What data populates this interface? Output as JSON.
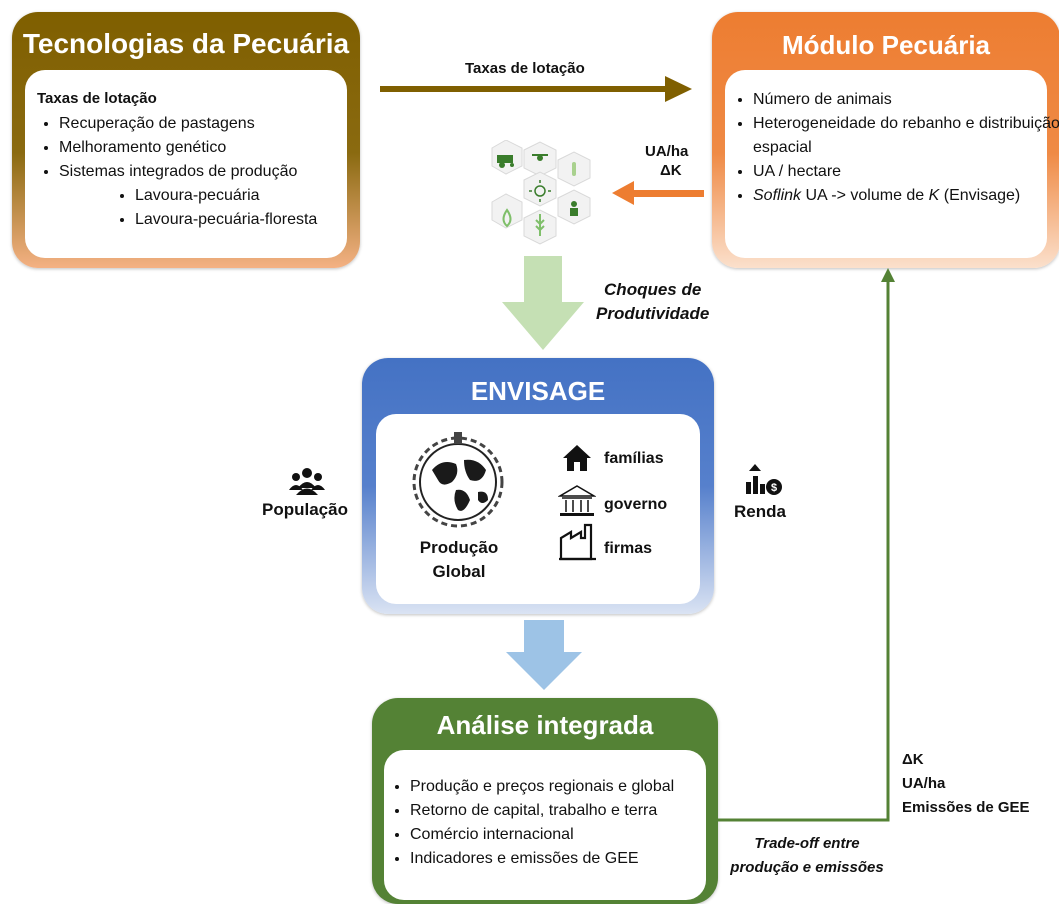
{
  "tecnologias": {
    "title": "Tecnologias da Pecuária",
    "subtitle": "Taxas de lotação",
    "items": [
      "Recuperação de pastagens",
      "Melhoramento genético",
      "Sistemas integrados de produção"
    ],
    "subitems": [
      "Lavoura-pecuária",
      "Lavoura-pecuária-floresta"
    ]
  },
  "modulo": {
    "title": "Módulo Pecuária",
    "items": [
      "Número de animais",
      "Heterogeneidade do rebanho e distribuição espacial",
      "UA / hectare"
    ],
    "softlink": {
      "italic1": "Soflink",
      "text1": " UA -> volume de ",
      "italic2": "K",
      "text2": " (Envisage)"
    }
  },
  "arrows": {
    "top_label": "Taxas de lotação",
    "ua_ha": "UA/ha",
    "delta_k": "ΔK",
    "choques_line1": "Choques de",
    "choques_line2": "Produtividade",
    "right_delta_k": "ΔK",
    "right_ua_ha": "UA/ha",
    "right_emissoes": "Emissões de GEE",
    "tradeoff_line1_italic": "Trade-off",
    "tradeoff_line1_rest": " entre",
    "tradeoff_line2": "produção e emissões"
  },
  "envisage": {
    "title": "ENVISAGE",
    "producao_line1": "Produção",
    "producao_line2": "Global",
    "agents": [
      "famílias",
      "governo",
      "firmas"
    ],
    "populacao": "População",
    "renda": "Renda"
  },
  "analise": {
    "title": "Análise integrada",
    "items": [
      "Produção e preços regionais e global",
      "Retorno de capital, trabalho e terra",
      "Comércio internacional",
      "Indicadores e emissões de GEE"
    ]
  },
  "colors": {
    "brown": "#7f5f00",
    "orange": "#ed7d31",
    "blue": "#4472c4",
    "green": "#548235",
    "light_green": "#c5e0b4",
    "light_blue": "#9dc3e6",
    "icon_green": "#3a7d2c"
  }
}
